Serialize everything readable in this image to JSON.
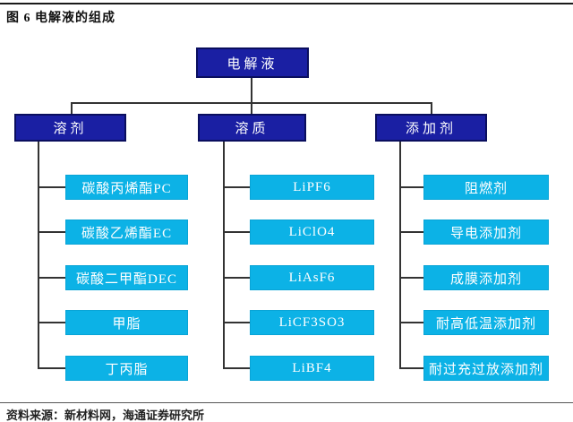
{
  "header": {
    "title": "图 6  电解液的组成"
  },
  "footer": {
    "source": "资料来源：新材料网，海通证券研究所"
  },
  "colors": {
    "dark_node": "#1a1fa3",
    "cyan_node": "#0cb2e6",
    "line": "#333333"
  },
  "tree": {
    "root": {
      "label": "电解液"
    },
    "branches": [
      {
        "label": "溶剂",
        "children": [
          "碳酸丙烯酯PC",
          "碳酸乙烯酯EC",
          "碳酸二甲酯DEC",
          "甲脂",
          "丁丙脂"
        ]
      },
      {
        "label": "溶质",
        "children": [
          "LiPF6",
          "LiClO4",
          "LiAsF6",
          "LiCF3SO3",
          "LiBF4"
        ]
      },
      {
        "label": "添加剂",
        "children": [
          "阻燃剂",
          "导电添加剂",
          "成膜添加剂",
          "耐高低温添加剂",
          "耐过充过放添加剂"
        ]
      }
    ]
  }
}
